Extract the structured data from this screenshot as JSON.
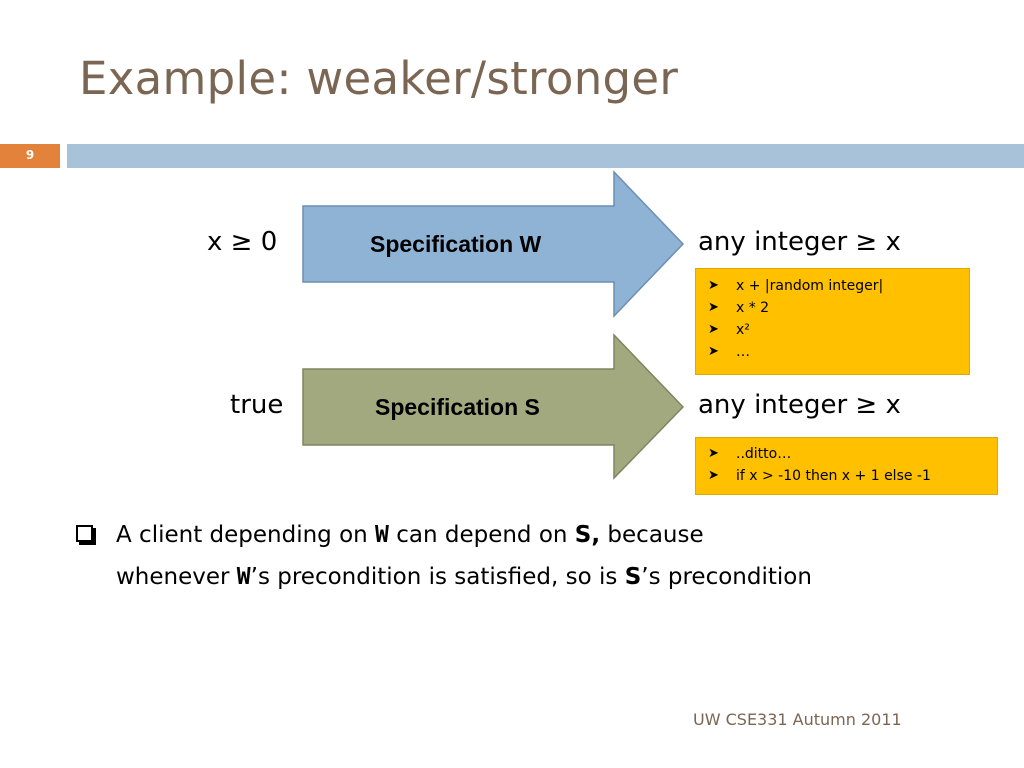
{
  "slide": {
    "title": "Example: weaker/stronger",
    "number": "9",
    "footer": "UW CSE331 Autumn 2011"
  },
  "colors": {
    "title": "#7a6652",
    "accent_bar": "#a8c2d9",
    "slide_number_bg": "#e3823a",
    "arrow_w": "#8fb3d4",
    "arrow_s": "#a3a97e",
    "note_box": "#ffc000"
  },
  "spec_w": {
    "precondition": "x ≥ 0",
    "label": "Specification W",
    "postcondition": "any integer ≥ x",
    "examples": [
      "x + |random integer|",
      "x * 2",
      "x²",
      "…"
    ]
  },
  "spec_s": {
    "precondition": "true",
    "label": "Specification S",
    "postcondition": "any integer ≥ x",
    "examples": [
      "..ditto…",
      "if x > -10 then x + 1 else -1"
    ]
  },
  "bullet": {
    "line1_a": "A client depending on ",
    "w": "W",
    "line1_b": " can depend on ",
    "s": "S,",
    "line1_c": " because",
    "line2_a": "whenever ",
    "w2": "W",
    "line2_b": "’s precondition is satisfied, so is ",
    "s2": "S",
    "line2_c": "’s precondition"
  },
  "icons": {
    "example_bullet": "arrowhead-bullet-icon",
    "main_bullet": "hollow-box-bullet-icon"
  }
}
